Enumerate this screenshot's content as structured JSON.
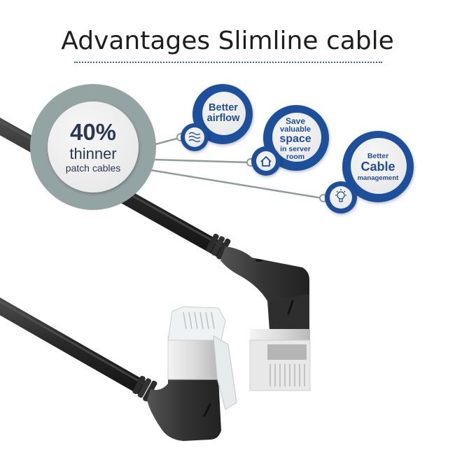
{
  "title": "Advantages Slimline cable",
  "colors": {
    "accent_blue": "#1f4f9c",
    "ring_gray": "#94a3a4",
    "stat_text": "#2b3a52",
    "cable_black": "#2a2a2a",
    "title_rule": "#2e5ea8"
  },
  "main_stat": {
    "value": "40%",
    "line1": "thinner",
    "line2": "patch cables"
  },
  "benefits": [
    {
      "lines": [
        "Better",
        "airflow"
      ],
      "icon": "airflow-waves-icon"
    },
    {
      "lines": [
        "Save",
        "valuable",
        "space",
        "in server",
        "room"
      ],
      "icon": "house-icon"
    },
    {
      "lines": [
        "Better",
        "Cable",
        "management"
      ],
      "icon": "lightbulb-icon"
    }
  ]
}
